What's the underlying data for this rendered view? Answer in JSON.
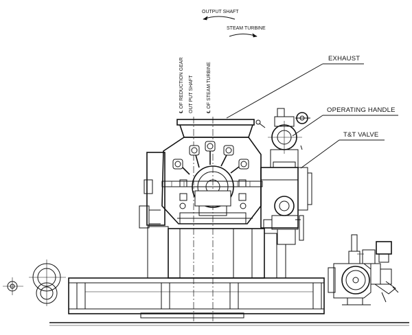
{
  "labels": {
    "output_shaft": "OUTPUT SHAFT",
    "steam_turbine": "STEAM TURBINE",
    "cl_reduction_gear": "℄ OF REDUCTION GEAR",
    "out_put_shaft": "OUT PUT SHAFT",
    "cl_steam_turbine": "℄ OF STEAM TURBINE",
    "exhaust": "EXHAUST",
    "operating_handle": "OPERATING HANDLE",
    "tt_valve": "T&T VALVE"
  }
}
